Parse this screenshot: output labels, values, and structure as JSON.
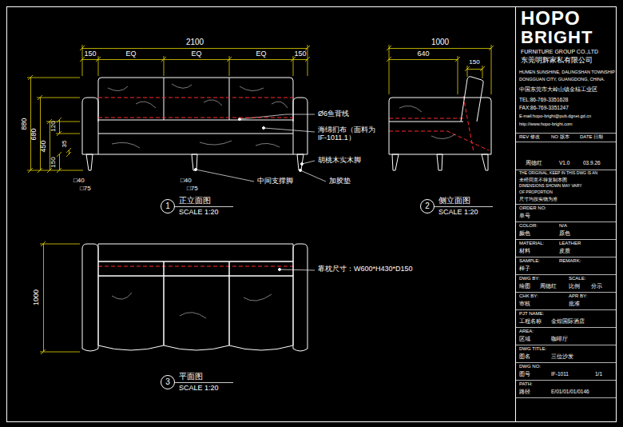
{
  "diagram": {
    "nodes": [
      {
        "text": [
          "1"
        ]
      },
      {
        "text": [
          "2"
        ]
      },
      {
        "text": [
          "3"
        ]
      }
    ],
    "labels": [
      "2100",
      "150",
      "EQ",
      "EQ",
      "EQ",
      "150",
      "880",
      "680",
      "450",
      "120",
      "150",
      "35",
      "□40",
      "□75",
      "□40",
      "□75",
      "Ø6鱼背线",
      "海绵扪布（面料为IF-1011.1）",
      "胡桃木实木脚",
      "中间支撑脚",
      "加胶垫",
      "正立面图",
      "SCALE 1:20",
      "侧立面图",
      "SCALE 1:20",
      "平面图",
      "SCALE 1:20",
      "1000",
      "640",
      "150",
      "1000",
      "靠枕尺寸：W600*H430*D150",
      "HOPO",
      "BRIGHT",
      "FURNITURE GROUP CO.,LTD",
      "东莞明辉家私有限公司",
      "HUMEN SUNSHINE, DALINGSHAN TOWNSHIP",
      "DONGGUAN CITY, GUANGDONG, CHINA.",
      "中国东莞市大岭山镇金桔工业区",
      "TEL:86-769-3351628",
      "FAX:86-769-3351247",
      "E-mail:hopo-bright@pub.dgnet.gd.cn",
      "http://www.hopo-bright.com",
      "REV 修改",
      "NO 版本",
      "DATE 日期",
      "周德红",
      "V1.0",
      "03.9.26",
      "THE ORIGINAL, KEEP IN THIS DWG IS AN",
      "未经同意不得复制本图",
      "DIMENSIONS SHOWN MAY VARY",
      "OF PROPORTION",
      "尺寸均按实物为准",
      "ORDER NO:",
      "单号",
      "COLOR:",
      "N/A",
      "颜色",
      "原色",
      "MATERIAL:",
      "LEATHER",
      "材料",
      "皮质",
      "SAMPLE:",
      "REMARK:",
      "样子",
      "DWG BY:",
      "SCALE:",
      "绘图",
      "周德红",
      "比例",
      "分示",
      "CHK BY:",
      "APR BY:",
      "审核",
      "批准",
      "PJT NAME:",
      "工程名称",
      "金煌国际酒店",
      "AREA:",
      "区域",
      "咖啡厅",
      "DWG TITLE:",
      "图名",
      "三位沙发",
      "DWG NO:",
      "图号",
      "IF-1011",
      "1/1",
      "PATH:",
      "路径",
      "E/01/01/01/0146"
    ]
  }
}
